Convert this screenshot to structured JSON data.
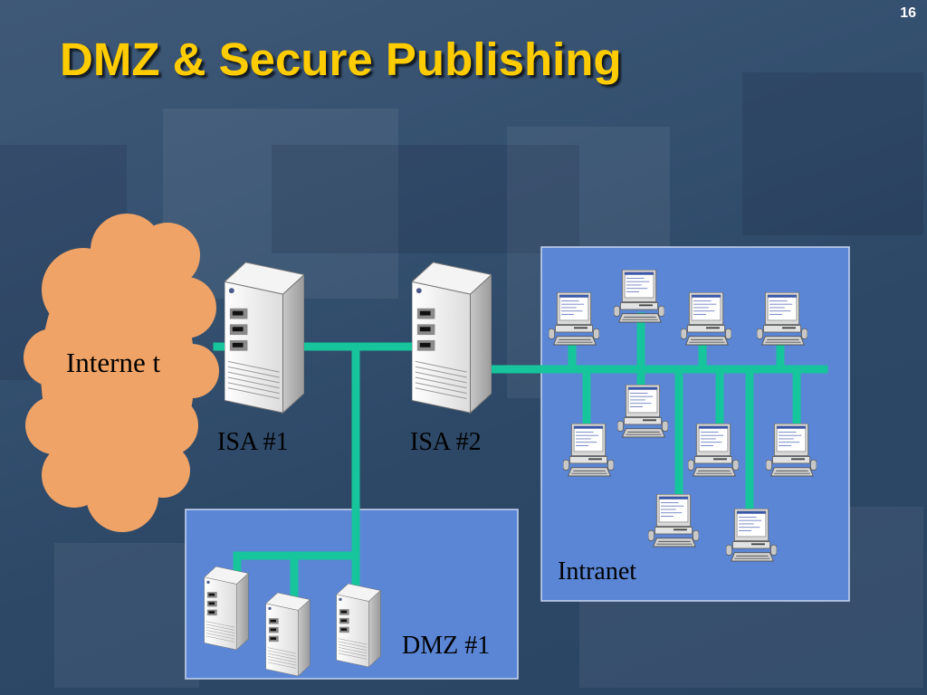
{
  "slide": {
    "number": "16",
    "title": "DMZ & Secure Publishing"
  },
  "diagram": {
    "internet_label": "Interne t",
    "isa1_label": "ISA #1",
    "isa2_label": "ISA #2",
    "intranet_label": "Intranet",
    "dmz_label": "DMZ #1"
  },
  "colors": {
    "background": "#34506f",
    "title": "#ffcc00",
    "cloud": "#f0a366",
    "zone_fill": "#5b86d6",
    "zone_border": "#c9d7f0",
    "network_line": "#16c59b"
  },
  "icons": [
    "cloud-icon",
    "tower-server-icon",
    "workstation-icon"
  ]
}
